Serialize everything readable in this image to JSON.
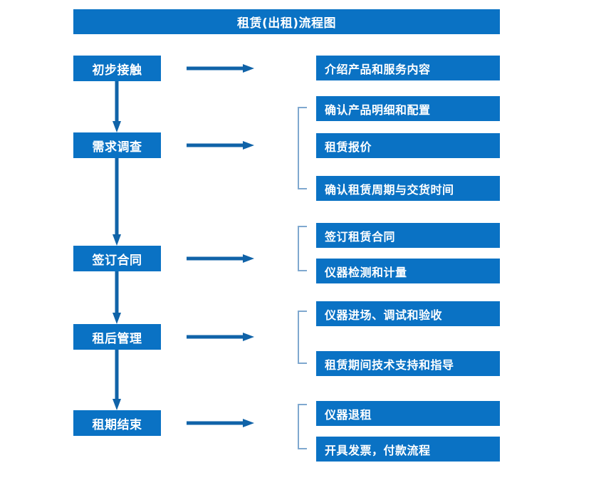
{
  "diagram": {
    "title": "租赁(出租)流程图",
    "accent_color": "#0A72C4",
    "bracket_color": "#7FA8CF",
    "text_color": "#FFFFFF",
    "background_color": "#FFFFFF",
    "type": "flowchart",
    "stages": [
      {
        "id": "stage-1",
        "label": "初步接触",
        "details": [
          "介绍产品和服务内容"
        ],
        "bracketed": false
      },
      {
        "id": "stage-2",
        "label": "需求调查",
        "details": [
          "确认产品明细和配置",
          "租赁报价",
          "确认租赁周期与交货时间"
        ],
        "bracketed": true
      },
      {
        "id": "stage-3",
        "label": "签订合同",
        "details": [
          "签订租赁合同",
          "仪器检测和计量"
        ],
        "bracketed": true
      },
      {
        "id": "stage-4",
        "label": "租后管理",
        "details": [
          "仪器进场、调试和验收",
          "租赁期间技术支持和指导"
        ],
        "bracketed": true
      },
      {
        "id": "stage-5",
        "label": "租期结束",
        "details": [
          "仪器退租",
          "开具发票，付款流程"
        ],
        "bracketed": true
      }
    ],
    "detail_boxes": {
      "d1_1": "介绍产品和服务内容",
      "d2_1": "确认产品明细和配置",
      "d2_2": "租赁报价",
      "d2_3": "确认租赁周期与交货时间",
      "d3_1": "签订租赁合同",
      "d3_2": "仪器检测和计量",
      "d4_1": "仪器进场、调试和验收",
      "d4_2": "租赁期间技术支持和指导",
      "d5_1": "仪器退租",
      "d5_2": "开具发票，付款流程"
    },
    "stage_labels": {
      "s1": "初步接触",
      "s2": "需求调查",
      "s3": "签订合同",
      "s4": "租后管理",
      "s5": "租期结束"
    }
  }
}
